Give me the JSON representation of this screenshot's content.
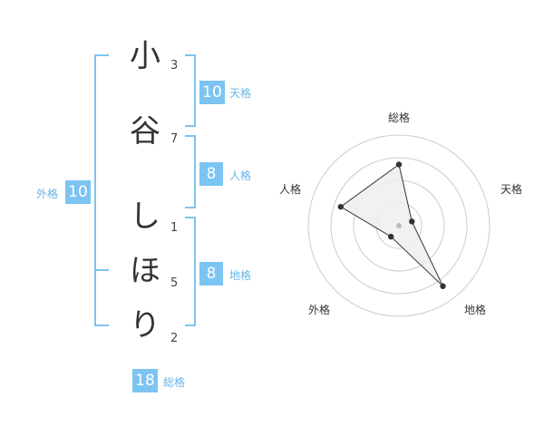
{
  "name_chars": [
    {
      "char": "小",
      "strokes": "3"
    },
    {
      "char": "谷",
      "strokes": "7"
    },
    {
      "char": "し",
      "strokes": "1"
    },
    {
      "char": "ほ",
      "strokes": "5"
    },
    {
      "char": "り",
      "strokes": "2"
    }
  ],
  "kakusu": {
    "tenkaku": {
      "value": "10",
      "label": "天格"
    },
    "jinkaku": {
      "value": "8",
      "label": "人格"
    },
    "chikaku": {
      "value": "8",
      "label": "地格"
    },
    "gaikaku": {
      "value": "10",
      "label": "外格"
    },
    "soukaku": {
      "value": "18",
      "label": "総格"
    }
  },
  "chart_data": {
    "type": "radar",
    "axes": [
      "総格",
      "天格",
      "地格",
      "外格",
      "人格"
    ],
    "levels": 4,
    "values": [
      2.7,
      0.6,
      3.3,
      0.6,
      2.7
    ],
    "max": 4,
    "colors": {
      "fill": "#eeeeee",
      "stroke": "#333333",
      "grid": "#cccccc",
      "point": "#333333",
      "center": "#bbbbbb"
    }
  },
  "colors": {
    "accent": "#7cc4f2",
    "label": "#6ab4e6",
    "text": "#333333"
  }
}
